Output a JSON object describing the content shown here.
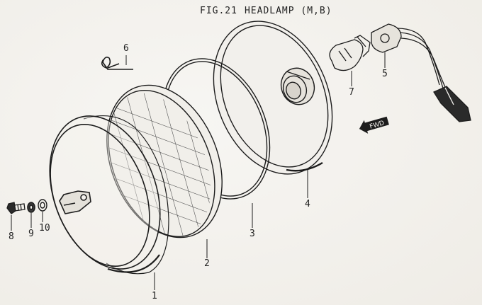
{
  "figure": {
    "number": "FIG.21",
    "title": "HEADLAMP (M,B)"
  },
  "fwd_arrow_label": "FWD",
  "callouts": [
    {
      "id": "1",
      "label": "1"
    },
    {
      "id": "2",
      "label": "2"
    },
    {
      "id": "3",
      "label": "3"
    },
    {
      "id": "4",
      "label": "4"
    },
    {
      "id": "5",
      "label": "5"
    },
    {
      "id": "6",
      "label": "6"
    },
    {
      "id": "7",
      "label": "7"
    },
    {
      "id": "8",
      "label": "8"
    },
    {
      "id": "9",
      "label": "9"
    },
    {
      "id": "10",
      "label": "10"
    }
  ],
  "colors": {
    "ink": "#1c1c1c",
    "paper": "#f4f2ee"
  }
}
